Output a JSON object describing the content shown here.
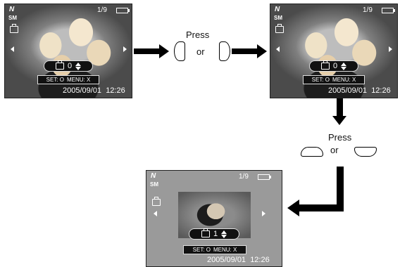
{
  "screens": [
    {
      "icons": [
        "n-icon",
        "sm-icon",
        "print-icon"
      ],
      "counter": "1/9",
      "copies": "0",
      "set_label": "SET: O",
      "menu_label": "MENU: X",
      "date": "2005/09/01",
      "time": "12:26"
    },
    {
      "icons": [
        "n-icon",
        "sm-icon",
        "print-icon"
      ],
      "counter": "1/9",
      "copies": "0",
      "set_label": "SET: O",
      "menu_label": "MENU: X",
      "date": "2005/09/01",
      "time": "12:26"
    },
    {
      "icons": [
        "n-icon",
        "sm-icon",
        "print-icon"
      ],
      "counter": "1/9",
      "copies": "1",
      "set_label": "SET: O",
      "menu_label": "MENU: X",
      "date": "2005/09/01",
      "time": "12:26"
    }
  ],
  "instructions": {
    "step1_press": "Press",
    "step1_or": "or",
    "step2_press": "Press",
    "step2_or": "or"
  },
  "colors": {
    "arrow": "#000000",
    "screen_border": "#222222",
    "dim_bg": "#9a9a9a"
  }
}
